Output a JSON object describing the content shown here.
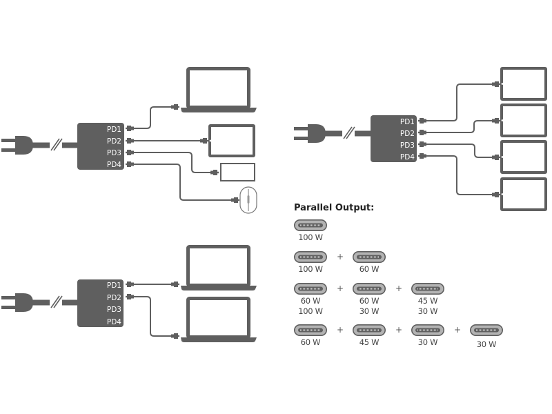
{
  "colors": {
    "device": "#5f5f5f",
    "cable": "#5f5f5f",
    "port_fill": "#a7a7a7",
    "port_outline": "#5f5f5f",
    "text": "#444444"
  },
  "diagrams": [
    {
      "name": "mixed-devices",
      "ports": [
        "PD1",
        "PD2",
        "PD3",
        "PD4"
      ],
      "devices": [
        "laptop",
        "tablet",
        "phone",
        "mouse"
      ]
    },
    {
      "name": "four-tablets",
      "ports": [
        "PD1",
        "PD2",
        "PD3",
        "PD4"
      ],
      "devices": [
        "tablet",
        "tablet",
        "tablet",
        "tablet"
      ]
    },
    {
      "name": "two-laptops",
      "ports": [
        "PD1",
        "PD2",
        "PD3",
        "PD4"
      ],
      "devices": [
        "laptop",
        "laptop"
      ]
    }
  ],
  "parallel_output": {
    "title": "Parallel Output:",
    "plus": "+",
    "rows": [
      [
        [
          "100 W"
        ]
      ],
      [
        [
          "100 W"
        ],
        [
          "60 W"
        ]
      ],
      [
        [
          "60 W",
          "100 W"
        ],
        [
          "60 W",
          "30 W"
        ],
        [
          "45 W",
          "30 W"
        ]
      ],
      [
        [
          "60 W"
        ],
        [
          "45 W"
        ],
        [
          "30 W"
        ],
        [
          "30 W"
        ]
      ]
    ]
  }
}
